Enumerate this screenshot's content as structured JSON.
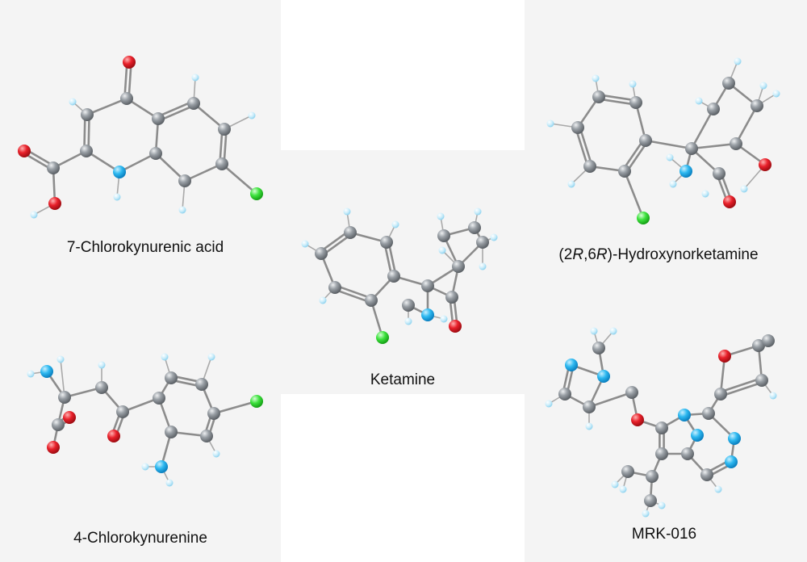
{
  "molecules": {
    "chloro_kynurenic": {
      "name": "7-Chlorokynurenic acid"
    },
    "chloro_kynurenine": {
      "name": "4-Chlorokynurenine"
    },
    "ketamine": {
      "name": "Ketamine"
    },
    "hydroxynorketamine": {
      "name_pre": "(2",
      "name_r1": "R",
      "name_mid": ",6",
      "name_r2": "R",
      "name_post": ")-Hydroxynorketamine"
    },
    "mrk016": {
      "name": "MRK-016"
    }
  },
  "colors": {
    "background": "#ffffff",
    "panel": "#f4f4f4",
    "carbon": "#8a9096",
    "hydrogen": "#bfe6f7",
    "nitrogen": "#29b6f0",
    "oxygen": "#e8202a",
    "chlorine": "#3ee23e",
    "bond": "#8c8c8c"
  }
}
